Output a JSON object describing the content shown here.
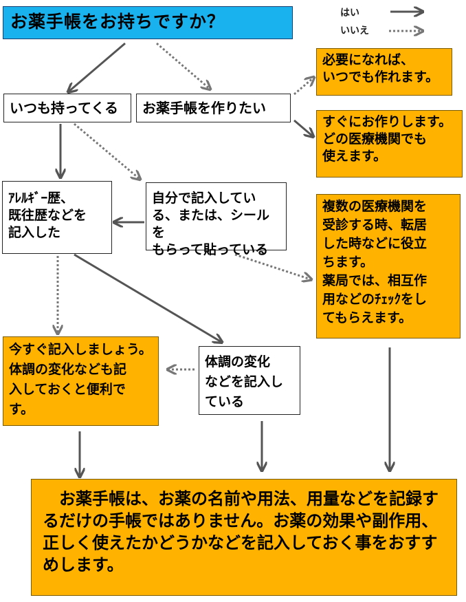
{
  "title": "お薬手帳をお持ちですか？",
  "legend": {
    "yes": "はい",
    "no": "いいえ"
  },
  "nodes": {
    "always_carry": "いつも持ってくる",
    "want_make": "お薬手帳を作りたい",
    "make_anytime": "必要になれば、\nいつでも作れます。",
    "make_now": "すぐにお作りします。\nどの医療機関でも\n使えます。",
    "allergy": "ｱﾚﾙｷﾞｰ歴、\n既往歴などを\n記入した",
    "self_record": "自分で記入してい\nる、または、シールを\nもらって貼っている",
    "multiple_clinics": "複数の医療機関を\n受診する時、転居\nした時などに役立\nちます。\n薬局では、相互作\n用などのﾁｪｯｸをし\nてもらえます。",
    "record_now": "今すぐ記入しましょう。\n体調の変化なども記\n入しておくと便利で\nす。",
    "condition_record": "体調の変化\nなどを記入し\nている",
    "conclusion": "お薬手帳は、お薬の名前や用法、用量などを記録するだけの手帳ではありません。お薬の効果や副作用、正しく使えたかどうかなどを記入しておく事をおすすめします。"
  },
  "colors": {
    "title": "#1ab2ee",
    "answer_box": "#ffb300",
    "arrow": "#555555"
  }
}
